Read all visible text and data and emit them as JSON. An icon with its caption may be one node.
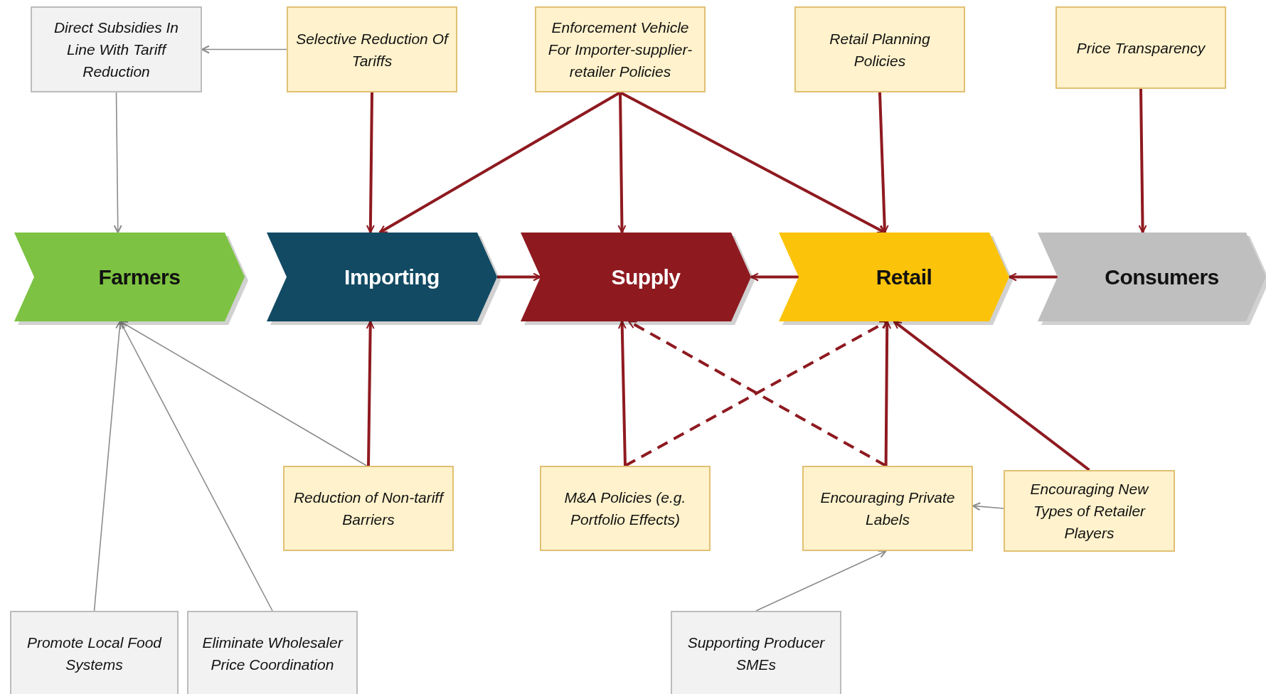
{
  "diagram": {
    "nodes": [
      {
        "text": [
          "Direct Subsidies In Line With Tariff Reduction"
        ]
      },
      {
        "text": [
          "Selective Reduction Of Tariffs"
        ]
      },
      {
        "text": [
          "Enforcement Vehicle For Importer-supplier-retailer Policies"
        ]
      },
      {
        "text": [
          "Retail Planning Policies"
        ]
      },
      {
        "text": [
          "Price Transparency"
        ]
      },
      {
        "text": [
          "Farmers"
        ]
      },
      {
        "text": [
          "Importing"
        ]
      },
      {
        "text": [
          "Supply"
        ]
      },
      {
        "text": [
          "Retail"
        ]
      },
      {
        "text": [
          "Consumers"
        ]
      },
      {
        "text": [
          "Reduction of  Non-tariff Barriers"
        ]
      },
      {
        "text": [
          "M&A Policies (e.g. Portfolio Effects)"
        ]
      },
      {
        "text": [
          "Encouraging Private Labels"
        ]
      },
      {
        "text": [
          "Encouraging New Types of Retailer Players"
        ]
      },
      {
        "text": [
          "Promote Local Food Systems"
        ]
      },
      {
        "text": [
          "Eliminate Wholesaler Price Coordination"
        ]
      },
      {
        "text": [
          "Supporting Producer SMEs"
        ]
      }
    ],
    "edges": [
      {
        "from": 1,
        "to": 0,
        "arrow": "to",
        "color": "#8c8c8c"
      },
      {
        "from": 0,
        "to": 5,
        "arrow": "to",
        "color": "#8c8c8c"
      },
      {
        "from": 1,
        "to": 6,
        "arrow": "to"
      },
      {
        "from": 2,
        "to": 6,
        "arrow": "to"
      },
      {
        "from": 2,
        "to": 7,
        "arrow": "to"
      },
      {
        "from": 2,
        "to": 8,
        "arrow": "to"
      },
      {
        "from": 3,
        "to": 8,
        "arrow": "to"
      },
      {
        "from": 4,
        "to": 9,
        "arrow": "to"
      },
      {
        "from": 6,
        "to": 7,
        "arrow": "to"
      },
      {
        "from": 8,
        "to": 7,
        "arrow": "to"
      },
      {
        "from": 9,
        "to": 8,
        "arrow": "to"
      },
      {
        "from": 10,
        "to": 6,
        "arrow": "to"
      },
      {
        "from": 10,
        "to": 5,
        "arrow": "to",
        "color": "#8c8c8c"
      },
      {
        "from": 11,
        "to": 7,
        "arrow": "to"
      },
      {
        "from": 11,
        "to": 8,
        "arrow": "to",
        "style": "dashed"
      },
      {
        "from": 12,
        "to": 7,
        "arrow": "to",
        "style": "dashed"
      },
      {
        "from": 12,
        "to": 8,
        "arrow": "to"
      },
      {
        "from": 13,
        "to": 8,
        "arrow": "to"
      },
      {
        "from": 13,
        "to": 12,
        "arrow": "to",
        "color": "#8c8c8c"
      },
      {
        "from": 14,
        "to": 5,
        "arrow": "to",
        "color": "#8c8c8c"
      },
      {
        "from": 15,
        "to": 5,
        "arrow": "to",
        "color": "#8c8c8c"
      },
      {
        "from": 16,
        "to": 12,
        "arrow": "to",
        "color": "#8c8c8c"
      }
    ]
  }
}
